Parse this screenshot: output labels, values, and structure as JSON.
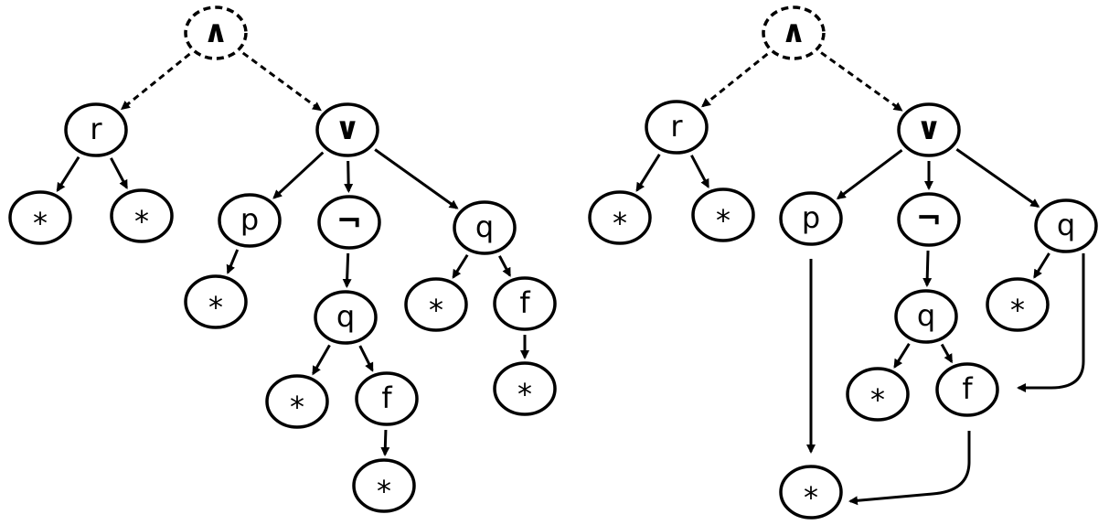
{
  "colors": {
    "stroke": "#000000",
    "fill": "#ffffff"
  },
  "trees": [
    {
      "name": "tree-left",
      "nodes": [
        {
          "id": "L_and",
          "label": "∧",
          "style": "dashed"
        },
        {
          "id": "L_r",
          "label": "r"
        },
        {
          "id": "L_s1",
          "label": "*"
        },
        {
          "id": "L_s2",
          "label": "*"
        },
        {
          "id": "L_or",
          "label": "∨"
        },
        {
          "id": "L_p",
          "label": "p"
        },
        {
          "id": "L_s3",
          "label": "*"
        },
        {
          "id": "L_not",
          "label": "¬"
        },
        {
          "id": "L_q1",
          "label": "q"
        },
        {
          "id": "L_s4",
          "label": "*"
        },
        {
          "id": "L_f1",
          "label": "f"
        },
        {
          "id": "L_s5",
          "label": "*"
        },
        {
          "id": "L_q2",
          "label": "q"
        },
        {
          "id": "L_s6",
          "label": "*"
        },
        {
          "id": "L_f2",
          "label": "f"
        },
        {
          "id": "L_s7",
          "label": "*"
        }
      ],
      "edges": [
        {
          "from": "L_and",
          "to": "L_r",
          "style": "dashed"
        },
        {
          "from": "L_and",
          "to": "L_or",
          "style": "dashed"
        },
        {
          "from": "L_r",
          "to": "L_s1"
        },
        {
          "from": "L_r",
          "to": "L_s2"
        },
        {
          "from": "L_or",
          "to": "L_p"
        },
        {
          "from": "L_or",
          "to": "L_not"
        },
        {
          "from": "L_or",
          "to": "L_q2"
        },
        {
          "from": "L_p",
          "to": "L_s3"
        },
        {
          "from": "L_not",
          "to": "L_q1"
        },
        {
          "from": "L_q1",
          "to": "L_s4"
        },
        {
          "from": "L_q1",
          "to": "L_f1"
        },
        {
          "from": "L_f1",
          "to": "L_s5"
        },
        {
          "from": "L_q2",
          "to": "L_s6"
        },
        {
          "from": "L_q2",
          "to": "L_f2"
        },
        {
          "from": "L_f2",
          "to": "L_s7"
        }
      ]
    },
    {
      "name": "tree-right",
      "nodes": [
        {
          "id": "R_and",
          "label": "∧",
          "style": "dashed"
        },
        {
          "id": "R_r",
          "label": "r"
        },
        {
          "id": "R_s1",
          "label": "*"
        },
        {
          "id": "R_s2",
          "label": "*"
        },
        {
          "id": "R_or",
          "label": "∨"
        },
        {
          "id": "R_p",
          "label": "p"
        },
        {
          "id": "R_not",
          "label": "¬"
        },
        {
          "id": "R_q1",
          "label": "q"
        },
        {
          "id": "R_s4",
          "label": "*"
        },
        {
          "id": "R_f1",
          "label": "f"
        },
        {
          "id": "R_q2",
          "label": "q"
        },
        {
          "id": "R_s6",
          "label": "*"
        },
        {
          "id": "R_s5",
          "label": "*"
        }
      ],
      "edges": [
        {
          "from": "R_and",
          "to": "R_r",
          "style": "dashed"
        },
        {
          "from": "R_and",
          "to": "R_or",
          "style": "dashed"
        },
        {
          "from": "R_r",
          "to": "R_s1"
        },
        {
          "from": "R_r",
          "to": "R_s2"
        },
        {
          "from": "R_or",
          "to": "R_p"
        },
        {
          "from": "R_or",
          "to": "R_not"
        },
        {
          "from": "R_or",
          "to": "R_q2"
        },
        {
          "from": "R_not",
          "to": "R_q1"
        },
        {
          "from": "R_q1",
          "to": "R_s4"
        },
        {
          "from": "R_q1",
          "to": "R_f1"
        },
        {
          "from": "R_q2",
          "to": "R_s6"
        },
        {
          "from": "R_p",
          "to": "R_s5"
        },
        {
          "from": "R_f1",
          "to": "R_s5"
        },
        {
          "from": "R_q2",
          "to": "R_f1"
        }
      ]
    }
  ]
}
